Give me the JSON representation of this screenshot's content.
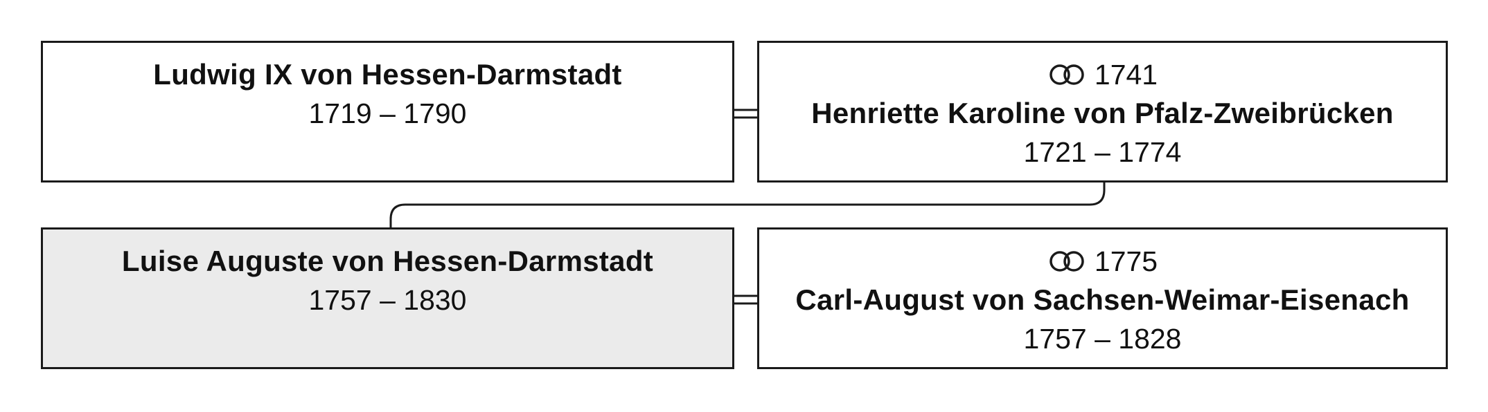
{
  "diagram": {
    "persons": [
      {
        "id": "father",
        "name": "Ludwig IX von Hessen-Darmstadt",
        "dates": "1719 – 1790"
      },
      {
        "id": "mother",
        "marriage_year": "1741",
        "name": "Henriette Karoline von Pfalz-Zweibrücken",
        "dates": "1721 – 1774"
      },
      {
        "id": "subject",
        "name": "Luise Auguste von Hessen-Darmstadt",
        "dates": "1757 – 1830"
      },
      {
        "id": "spouse",
        "marriage_year": "1775",
        "name": "Carl-August von Sachsen-Weimar-Eisenach",
        "dates": "1757 – 1828"
      }
    ],
    "icons": {
      "marriage": "wedding-rings-icon"
    },
    "colors": {
      "border": "#1a1a1a",
      "highlight_fill": "#ebebeb",
      "box_fill": "#ffffff"
    }
  }
}
